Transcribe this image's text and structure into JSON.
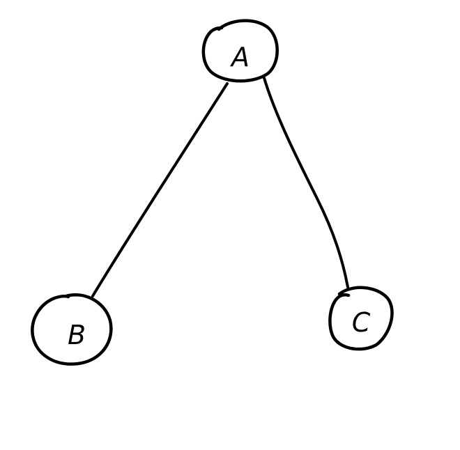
{
  "diagram": {
    "type": "tree",
    "stroke_color": "#000000",
    "background": "#ffffff",
    "nodes": [
      {
        "id": "A",
        "label": "A"
      },
      {
        "id": "B",
        "label": "B"
      },
      {
        "id": "C",
        "label": "C"
      }
    ],
    "edges": [
      {
        "from": "A",
        "to": "B"
      },
      {
        "from": "A",
        "to": "C"
      }
    ]
  }
}
